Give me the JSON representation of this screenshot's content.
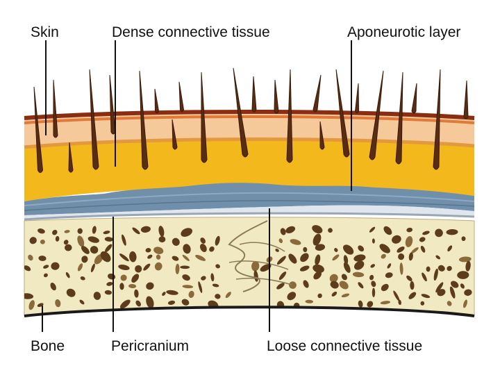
{
  "labels": {
    "skin": "Skin",
    "dense_connective_tissue": "Dense connective tissue",
    "aponeurotic_layer": "Aponeurotic layer",
    "bone": "Bone",
    "pericranium": "Pericranium",
    "loose_connective_tissue": "Loose connective tissue"
  },
  "colors": {
    "skin_top": "#8b2d12",
    "skin_layer": "#f6c99a",
    "dense_tissue": "#f3b81c",
    "aponeurotic_layer": "#6f8fab",
    "loose_tissue": "#c9d6e2",
    "pericranium": "#e2e7ec",
    "bone": "#f1e9c2",
    "bone_pores": "#5c3c1a",
    "hair": "#5a2c12",
    "label_text": "#111111"
  }
}
